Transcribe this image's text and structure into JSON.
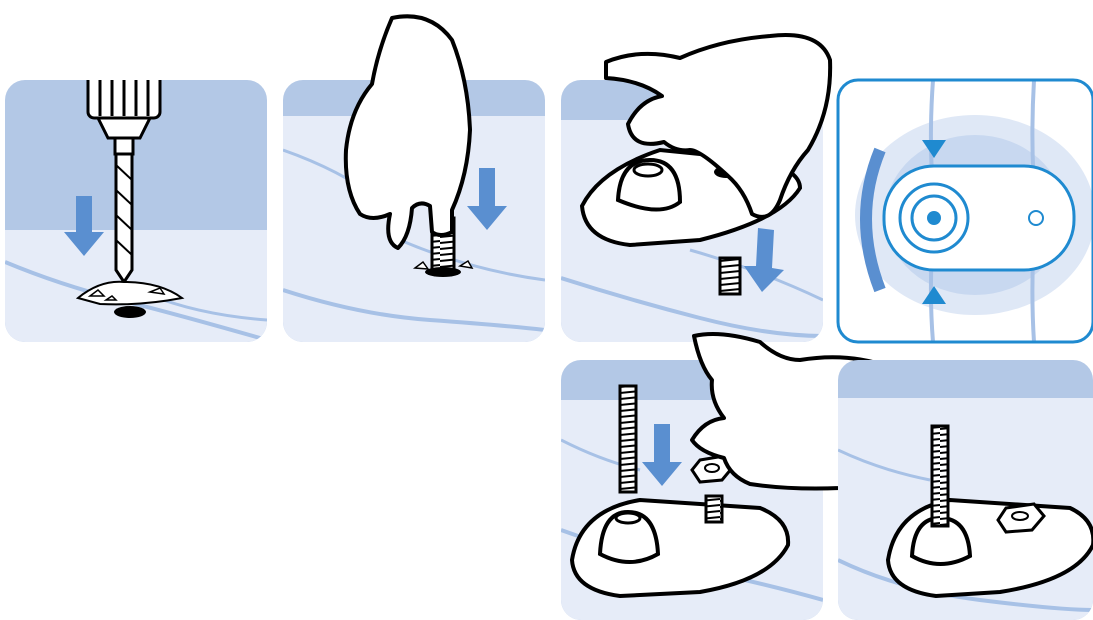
{
  "colors": {
    "panel_wall": "#b3c8e6",
    "panel_floor": "#e6ecf8",
    "floor_line": "#a7c1e6",
    "arrow": "#5a8fd0",
    "accent_blue": "#1f8ad0",
    "outline": "#000000",
    "fill_white": "#ffffff"
  },
  "steps": [
    {
      "id": 1,
      "icon": "drill-icon"
    },
    {
      "id": 2,
      "icon": "insert-anchor-icon"
    },
    {
      "id": 3,
      "icon": "place-base-icon"
    },
    {
      "id": 4,
      "icon": "alignment-detail-icon"
    },
    {
      "id": 5,
      "icon": "insert-stud-icon"
    },
    {
      "id": 6,
      "icon": "finished-mount-icon"
    }
  ]
}
